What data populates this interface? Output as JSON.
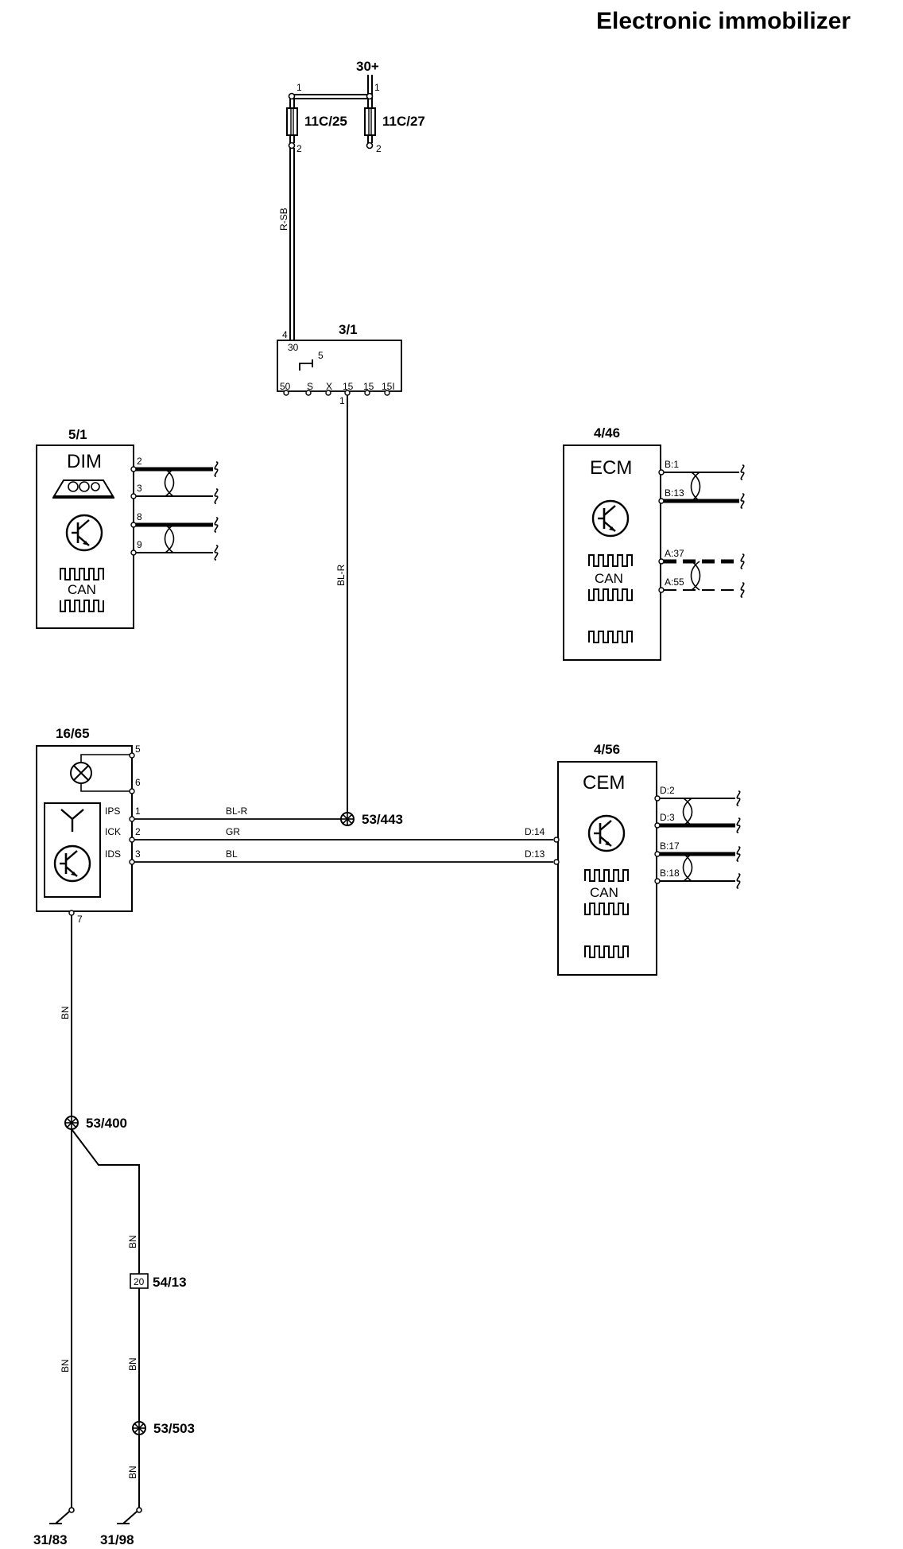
{
  "title": "Electronic immobilizer",
  "supply": {
    "terminal": "30+",
    "fuse_left": {
      "id": "11C/25",
      "pin_in": "1",
      "pin_out": "2"
    },
    "fuse_right": {
      "id": "11C/27",
      "pin_in": "1",
      "pin_out": "2"
    }
  },
  "ignition_switch": {
    "id": "3/1",
    "pin_in": "4",
    "pin_in_label": "30",
    "pin_out": "1",
    "internal": "5",
    "terminals": [
      "50",
      "S",
      "X",
      "15",
      "15",
      "15I"
    ]
  },
  "wires": {
    "fuse_to_switch": "R-SB",
    "switch_to_splice": "BL-R",
    "ips": "BL-R",
    "ick": "GR",
    "ids": "BL",
    "ground_main": "BN",
    "ground_branch": "BN"
  },
  "dim": {
    "id": "5/1",
    "name": "DIM",
    "can": "CAN",
    "pins": [
      "2",
      "3",
      "8",
      "9"
    ]
  },
  "ecm": {
    "id": "4/46",
    "name": "ECM",
    "can": "CAN",
    "pins": [
      "B:1",
      "B:13",
      "A:37",
      "A:55"
    ]
  },
  "cem": {
    "id": "4/56",
    "name": "CEM",
    "can": "CAN",
    "pins": [
      "D:2",
      "D:3",
      "B:17",
      "B:18"
    ],
    "in_pins": [
      "D:14",
      "D:13"
    ]
  },
  "immobilizer": {
    "id": "16/65",
    "lamp_pins": [
      "5",
      "6"
    ],
    "signals": [
      "IPS",
      "ICK",
      "IDS"
    ],
    "signal_pins": [
      "1",
      "2",
      "3"
    ],
    "ground_pin": "7"
  },
  "splices": {
    "ips": "53/443",
    "ground": "53/400",
    "ground_branch": "53/503"
  },
  "connector": {
    "id": "54/13",
    "pin": "20"
  },
  "grounds": [
    "31/83",
    "31/98"
  ]
}
